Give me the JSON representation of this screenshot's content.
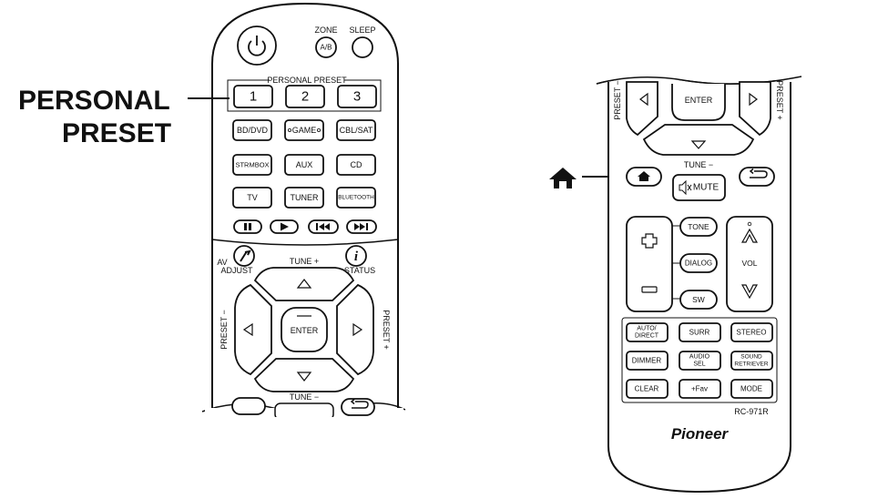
{
  "callouts": {
    "personal_preset_line1": "PERSONAL",
    "personal_preset_line2": "PRESET",
    "home_icon": "home-icon"
  },
  "left_remote": {
    "zone_label": "ZONE",
    "zone_button": "A/B",
    "sleep_label": "SLEEP",
    "personal_preset_header": "PERSONAL PRESET",
    "presets": [
      "1",
      "2",
      "3"
    ],
    "inputs_row1": [
      "BD/DVD",
      "GAME",
      "CBL/SAT"
    ],
    "inputs_row2": [
      "STRMBOX",
      "AUX",
      "CD"
    ],
    "inputs_row3": [
      "TV",
      "TUNER",
      "BLUETOOTH"
    ],
    "transport_icons": [
      "pause-icon",
      "play-icon",
      "previous-icon",
      "next-icon"
    ],
    "av_adjust": "AV\nADJUST",
    "av_adjust_line1": "AV",
    "av_adjust_line2": "ADJUST",
    "tune_plus": "TUNE +",
    "status": "STATUS",
    "preset_minus": "PRESET −",
    "preset_plus": "PRESET +",
    "enter": "ENTER",
    "tune_minus": "TUNE −"
  },
  "right_remote": {
    "preset_minus": "PRESET −",
    "preset_plus": "PRESET +",
    "enter": "ENTER",
    "tune_minus": "TUNE −",
    "mute": "MUTE",
    "tone": "TONE",
    "dialog": "DIALOG",
    "sw": "SW",
    "vol": "VOL",
    "mode_row1": [
      "AUTO/\nDIRECT",
      "SURR",
      "STEREO"
    ],
    "auto_direct_line1": "AUTO/",
    "auto_direct_line2": "DIRECT",
    "surr": "SURR",
    "stereo": "STEREO",
    "dimmer": "DIMMER",
    "audio_sel_line1": "AUDIO",
    "audio_sel_line2": "SEL",
    "sound_retriever_line1": "SOUND",
    "sound_retriever_line2": "RETRIEVER",
    "clear": "CLEAR",
    "fav": "+Fav",
    "mode": "MODE",
    "model": "RC-971R",
    "brand": "Pioneer"
  }
}
